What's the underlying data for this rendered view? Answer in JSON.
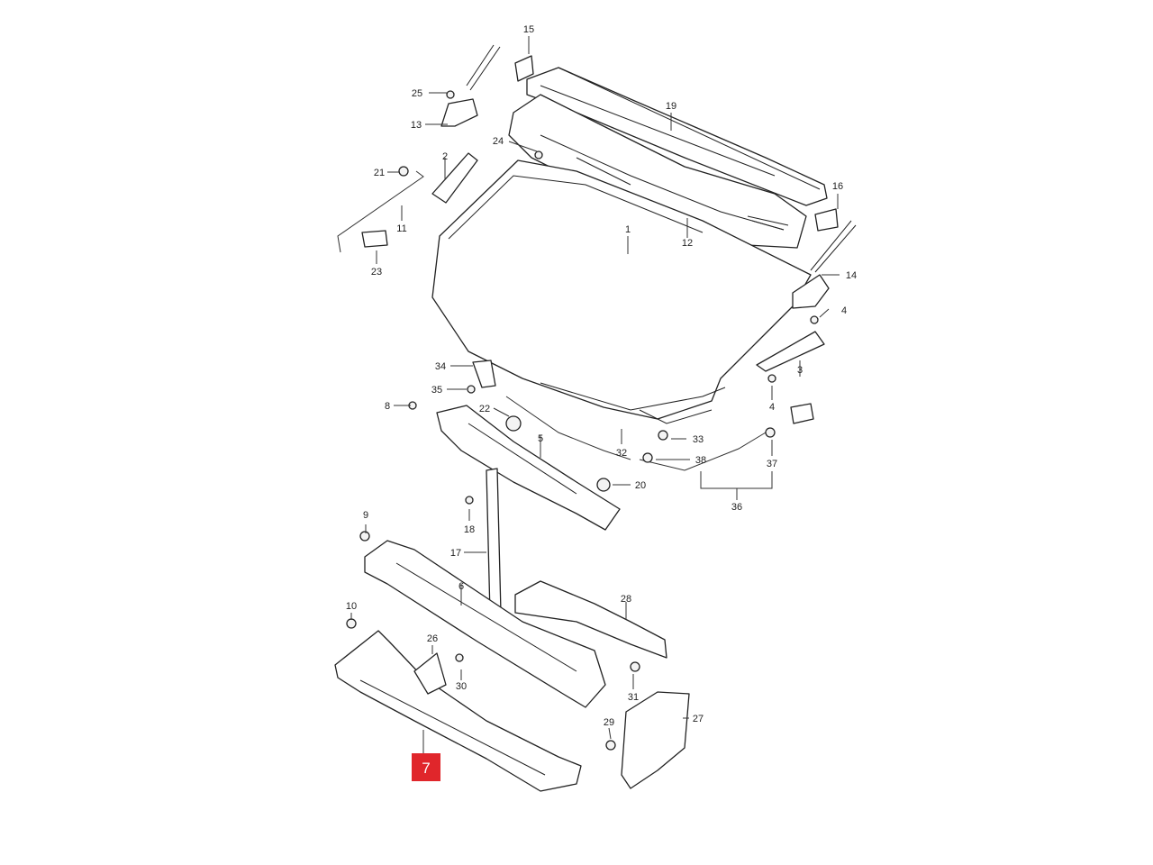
{
  "highlight": {
    "label": "7",
    "color": "#e0262b"
  },
  "callouts": [
    "1",
    "2",
    "3",
    "4",
    "4",
    "5",
    "6",
    "8",
    "9",
    "10",
    "11",
    "12",
    "13",
    "14",
    "15",
    "16",
    "17",
    "18",
    "19",
    "20",
    "21",
    "22",
    "23",
    "24",
    "25",
    "26",
    "27",
    "28",
    "29",
    "30",
    "31",
    "32",
    "33",
    "34",
    "35",
    "36",
    "37",
    "38"
  ]
}
